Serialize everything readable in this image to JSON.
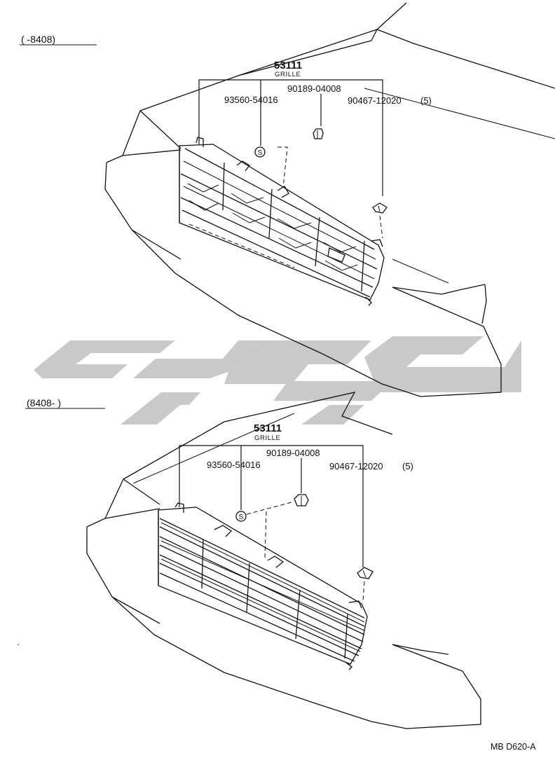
{
  "sections": [
    {
      "range_label": "(       -8408)",
      "part_number": "53111",
      "part_name": "GRILLE",
      "parts": [
        {
          "number": "90189-04008"
        },
        {
          "number": "93560-54016"
        },
        {
          "number": "90467-12020",
          "qty": "(5)"
        }
      ]
    },
    {
      "range_label": "(8408-        )",
      "part_number": "53111",
      "part_name": "GRILLE",
      "parts": [
        {
          "number": "90189-04008"
        },
        {
          "number": "93560-54016"
        },
        {
          "number": "90467-12020",
          "qty": "(5)"
        }
      ]
    }
  ],
  "symbol_label": "S",
  "diagram_code": "MB D620-A",
  "colors": {
    "line": "#111111",
    "watermark": "#c9c9c9",
    "background": "#ffffff"
  }
}
